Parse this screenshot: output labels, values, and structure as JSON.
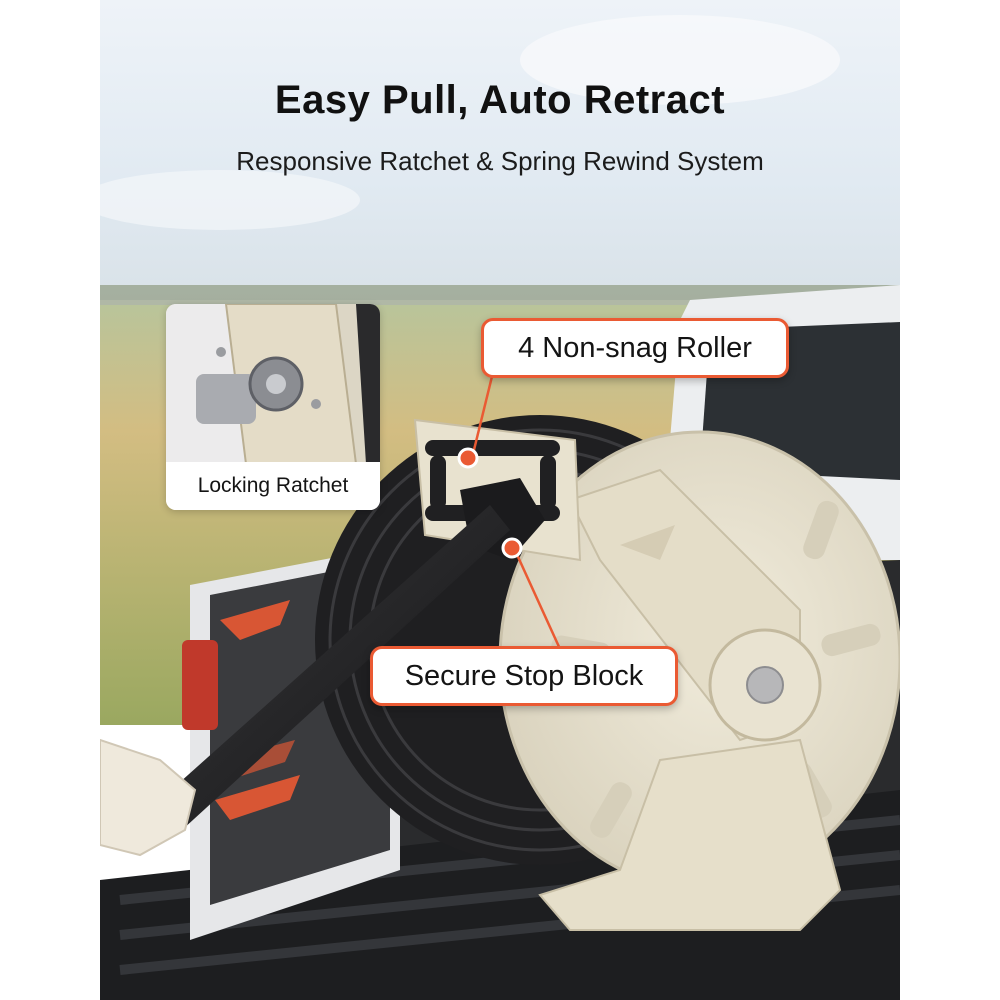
{
  "headline": "Easy Pull, Auto Retract",
  "subheadline": "Responsive Ratchet & Spring Rewind System",
  "callouts": {
    "roller": "4 Non-snag Roller",
    "stop_block": "Secure Stop Block",
    "ratchet": "Locking Ratchet"
  },
  "colors": {
    "accent": "#ea5a33",
    "reel_body": "#e8e2d0",
    "hose": "#1c1c1e",
    "sky": "#dfe9f2",
    "field": "#c9b27a"
  }
}
